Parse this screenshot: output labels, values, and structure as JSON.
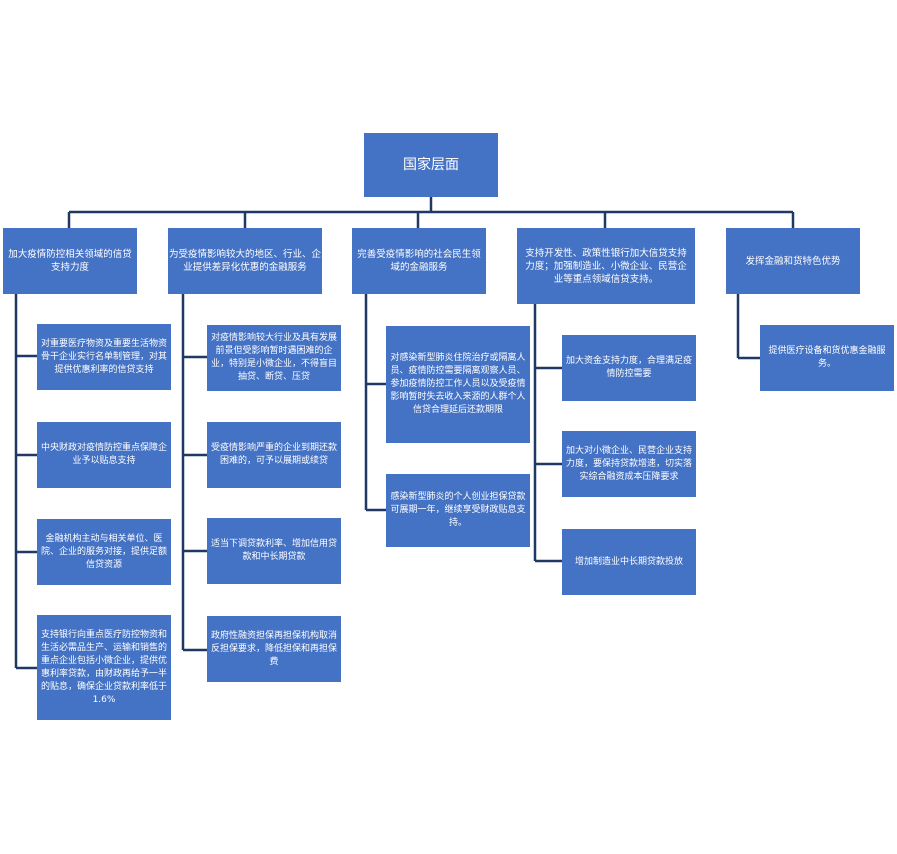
{
  "root": {
    "label": "国家层面"
  },
  "branches": [
    {
      "label": "加大疫情防控相关领域的信贷支持力度",
      "items": [
        "对重要医疗物资及重要生活物资骨干企业实行名单制管理，对其提供优惠利率的信贷支持",
        "中央财政对疫情防控重点保障企业予以贴息支持",
        "金融机构主动与相关单位、医院、企业的服务对接，提供足额信贷资源",
        "支持银行向重点医疗防控物资和生活必需品生产、运输和销售的重点企业包括小微企业，提供优惠利率贷款，由财政再给予一半的贴息，确保企业贷款利率低于1.6%"
      ]
    },
    {
      "label": "为受疫情影响较大的地区、行业、企业提供差异化优惠的金融服务",
      "items": [
        "对疫情影响较大行业及具有发展前景但受影响暂时遇困难的企业，特别是小微企业，不得盲目抽贷、断贷、压贷",
        "受疫情影响严重的企业到期还款困难的，可予以展期或续贷",
        "适当下调贷款利率、增加信用贷款和中长期贷款",
        "政府性融资担保再担保机构取消反担保要求，降低担保和再担保费"
      ]
    },
    {
      "label": "完善受疫情影响的社会民生领域的金融服务",
      "items": [
        "对感染新型肺炎住院治疗或隔离人员、疫情防控需要隔离观察人员、参加疫情防控工作人员以及受疫情影响暂时失去收入来源的人群个人信贷合理延后还款期限",
        "感染新型肺炎的个人创业担保贷款可展期一年，继续享受财政贴息支持。"
      ]
    },
    {
      "label": "支持开发性、政策性银行加大信贷支持力度；加强制造业、小微企业、民营企业等重点领域信贷支持。",
      "items": [
        "加大资金支持力度，合理满足疫情防控需要",
        "加大对小微企业、民营企业支持力度，要保持贷款增速，切实落实综合融资成本压降要求",
        "增加制造业中长期贷款投放"
      ]
    },
    {
      "label": "发挥金融和货特色优势",
      "items": [
        "提供医疗设备和货优惠金融服务。"
      ]
    }
  ]
}
